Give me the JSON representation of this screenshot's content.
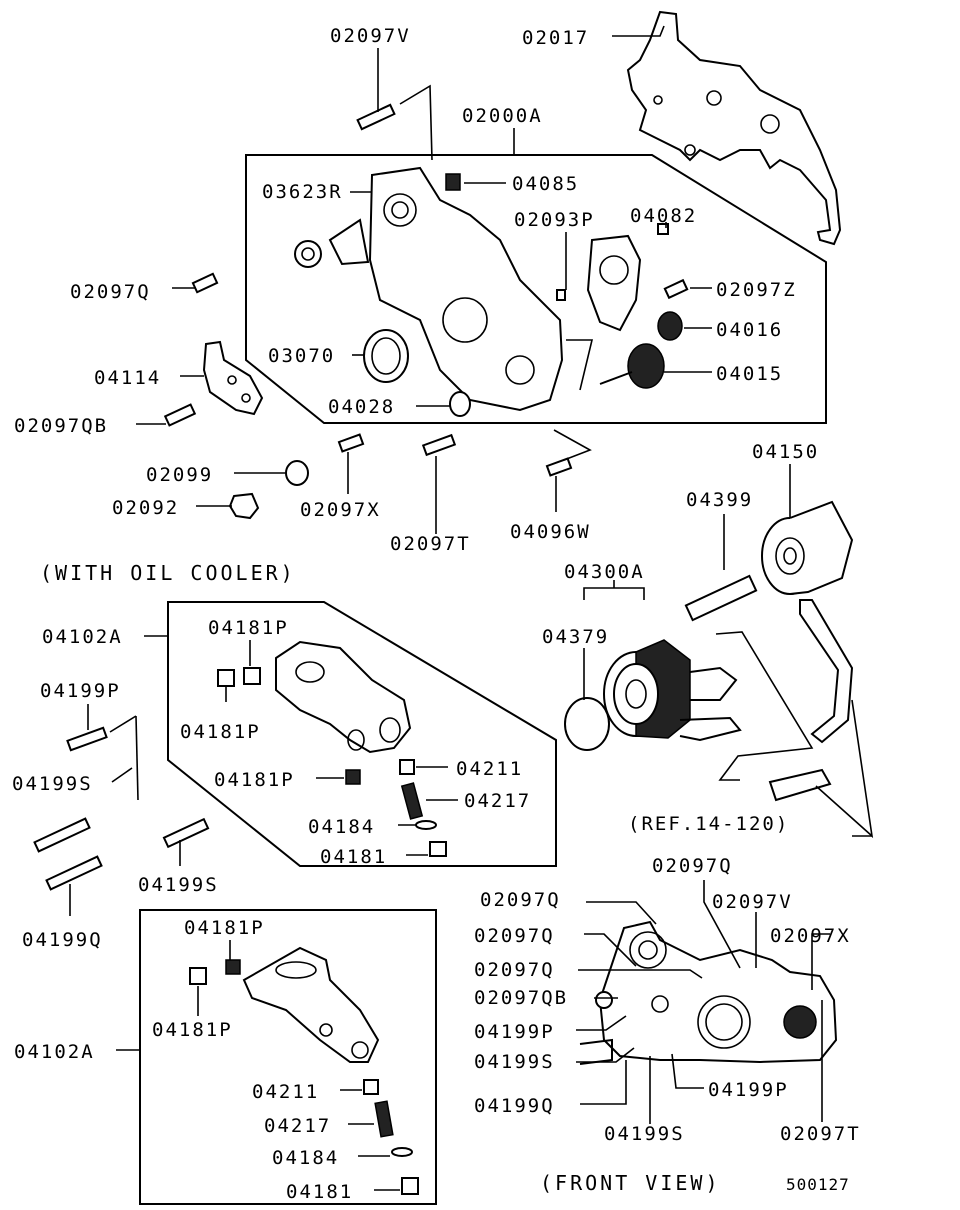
{
  "diagram": {
    "callouts": {
      "p02097V": "02097V",
      "p02017": "02017",
      "p02000A": "02000A",
      "p04085": "04085",
      "p03623R": "03623R",
      "p02093P": "02093P",
      "p04082": "04082",
      "p02097Q_top": "02097Q",
      "p02097Z": "02097Z",
      "p04016": "04016",
      "p03070": "03070",
      "p04015": "04015",
      "p04114": "04114",
      "p04028": "04028",
      "p02097QB_top": "02097QB",
      "p02099": "02099",
      "p02092": "02092",
      "p02097X_top": "02097X",
      "p02097T_top": "02097T",
      "p04096W": "04096W",
      "p04150": "04150",
      "p04399": "04399",
      "p04300A": "04300A",
      "p04379": "04379",
      "p04102A_mid": "04102A",
      "p04181P_a": "04181P",
      "p04199P_left": "04199P",
      "p04181P_b": "04181P",
      "p04181P_c": "04181P",
      "p04211_mid": "04211",
      "p04199S_a": "04199S",
      "p04217_mid": "04217",
      "p04184_mid": "04184",
      "p04181_mid": "04181",
      "p04199S_b": "04199S",
      "p04199Q_left": "04199Q",
      "p04181P_d": "04181P",
      "p04102A_low": "04102A",
      "p04181P_e": "04181P",
      "p04211_low": "04211",
      "p04217_low": "04217",
      "p04184_low": "04184",
      "p04181_low": "04181",
      "fv_02097Q_a": "02097Q",
      "fv_02097Q_b": "02097Q",
      "fv_02097V": "02097V",
      "fv_02097Q_c": "02097Q",
      "fv_02097X": "02097X",
      "fv_02097Q_d": "02097Q",
      "fv_02097QB": "02097QB",
      "fv_04199P_a": "04199P",
      "fv_04199S_a": "04199S",
      "fv_04199P_b": "04199P",
      "fv_04199Q": "04199Q",
      "fv_04199S_b": "04199S",
      "fv_02097T": "02097T"
    },
    "captions": {
      "with_oil_cooler": "(WITH OIL COOLER)",
      "ref": "(REF.14-120)",
      "front_view": "(FRONT VIEW)",
      "drawing_number": "500127"
    }
  }
}
